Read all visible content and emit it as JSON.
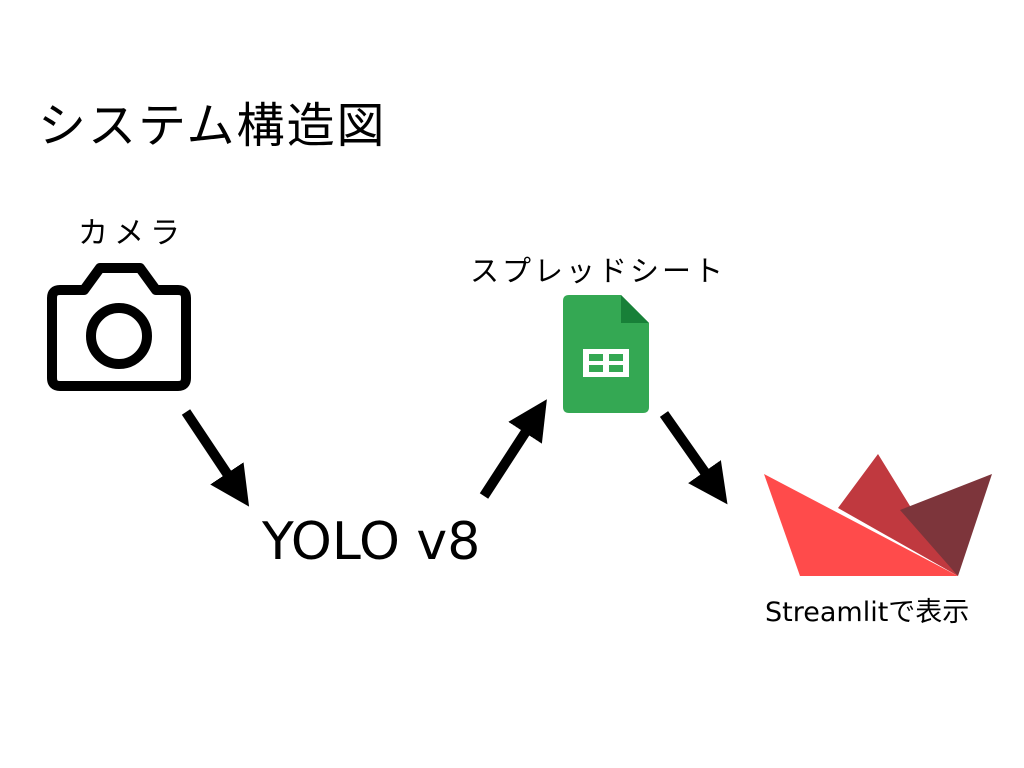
{
  "title": "システム構造図",
  "nodes": {
    "camera": {
      "label": "カメラ",
      "icon": "camera-icon"
    },
    "yolo": {
      "label": "YOLO v8"
    },
    "spreadsheet": {
      "label": "スプレッドシート",
      "icon": "google-sheets-icon"
    },
    "streamlit": {
      "label": "Streamlitで表示",
      "icon": "streamlit-logo-icon"
    }
  },
  "edges": [
    {
      "from": "camera",
      "to": "yolo"
    },
    {
      "from": "yolo",
      "to": "spreadsheet"
    },
    {
      "from": "spreadsheet",
      "to": "streamlit"
    }
  ],
  "colors": {
    "sheets_green": "#34A853",
    "sheets_fold": "#188038",
    "streamlit_red": "#FF4B4B",
    "streamlit_mid": "#C0393F",
    "streamlit_dark": "#7D353B"
  }
}
